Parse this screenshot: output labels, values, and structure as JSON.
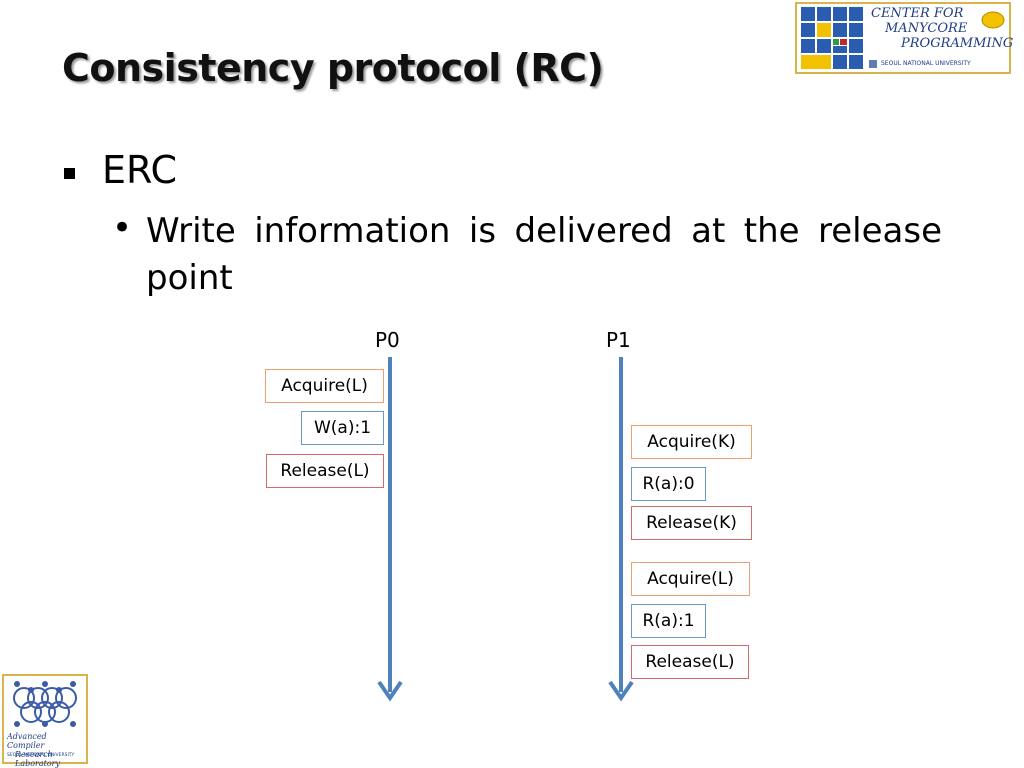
{
  "slide": {
    "title": "Consistency protocol (RC)",
    "bullet": "ERC",
    "sub_bullet": "Write information is delivered at the release point"
  },
  "diagram": {
    "processes": [
      {
        "label": "P0",
        "ops": [
          {
            "kind": "acquire",
            "text": "Acquire(L)"
          },
          {
            "kind": "write",
            "text": "W(a):1"
          },
          {
            "kind": "release",
            "text": "Release(L)"
          }
        ]
      },
      {
        "label": "P1",
        "ops": [
          {
            "kind": "acquire",
            "text": "Acquire(K)"
          },
          {
            "kind": "read",
            "text": "R(a):0"
          },
          {
            "kind": "release",
            "text": "Release(K)"
          },
          {
            "kind": "acquire",
            "text": "Acquire(L)"
          },
          {
            "kind": "read",
            "text": "R(a):1"
          },
          {
            "kind": "release",
            "text": "Release(L)"
          }
        ]
      }
    ],
    "colors": {
      "timeline": "#4f81bd",
      "acquire_border": "#f0a070",
      "read_write_border": "#6a98cc",
      "release_border": "#d36a6a"
    }
  },
  "logos": {
    "top_right": {
      "lines": [
        "CENTER FOR",
        "MANYCORE",
        "PROGRAMMING"
      ],
      "footer": "SEOUL NATIONAL UNIVERSITY"
    },
    "bottom_left": {
      "lines": [
        "Advanced Compiler",
        "Research Laboratory"
      ],
      "footer": "SEOUL NATIONAL UNIVERSITY"
    }
  }
}
